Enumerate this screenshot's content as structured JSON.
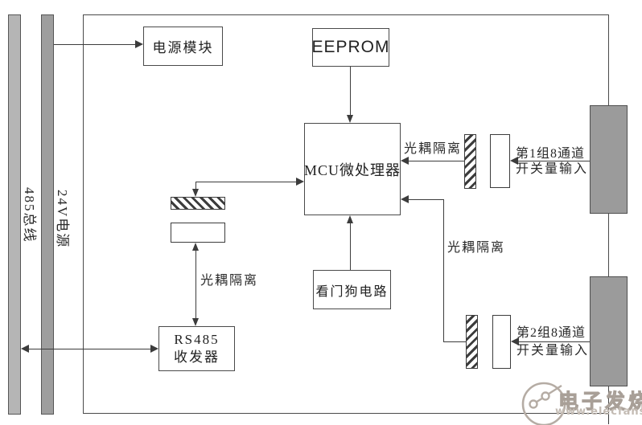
{
  "diagram": {
    "buses": {
      "bus_485": "485总线",
      "power_24v": "24V电源"
    },
    "blocks": {
      "power_module": "电源模块",
      "eeprom": "EEPROM",
      "mcu": "MCU微处理器",
      "watchdog": "看门狗电路",
      "rs485_line1": "RS485",
      "rs485_line2": "收发器"
    },
    "labels": {
      "opto_isolation": "光耦隔离",
      "group1_line1": "第1组8通道",
      "group1_line2": "开关量输入",
      "group2_line1": "第2组8通道",
      "group2_line2": "开关量输入"
    }
  },
  "watermark": {
    "brand": "电子发烧友",
    "site": "www.elecfans.com"
  },
  "colors": {
    "bus_bar_light": "#b5b5b5",
    "bus_bar_dark": "#9e9e9e",
    "gray_connector_box": "#9b9b9b",
    "line": "#3c3c3c",
    "watermark": "#b5aca4"
  }
}
